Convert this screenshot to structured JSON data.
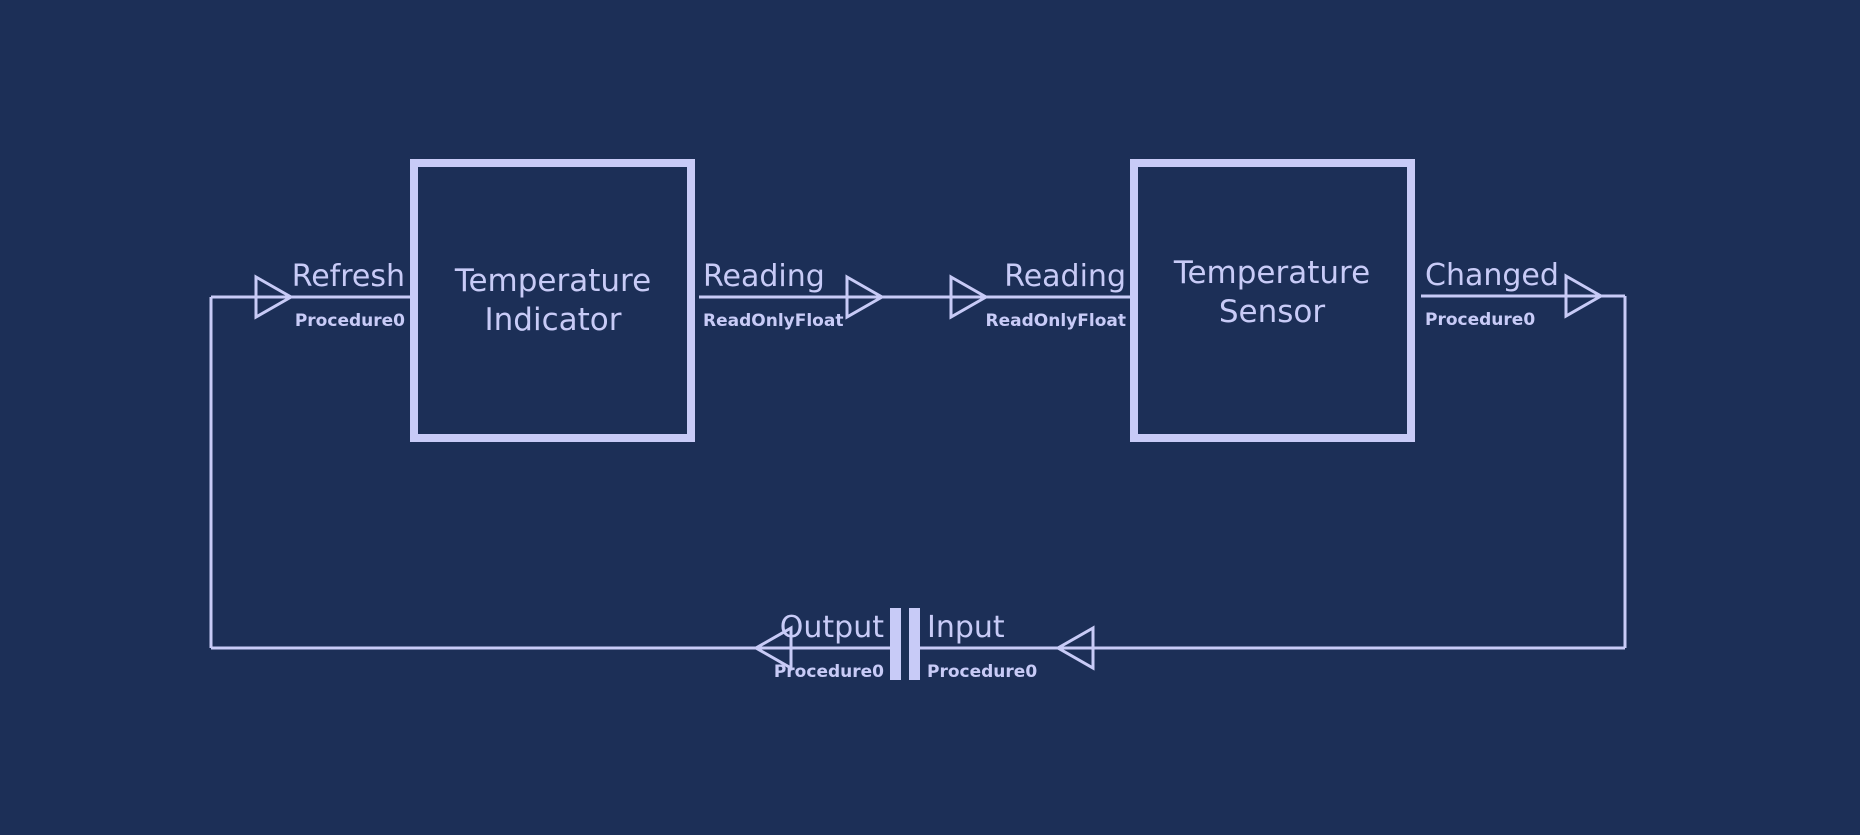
{
  "diagram": {
    "background_color": "#1c2f57",
    "line_color": "#c8cbf7",
    "components": [
      {
        "id": "temperature-indicator",
        "title_line1": "Temperature",
        "title_line2": "Indicator"
      },
      {
        "id": "temperature-sensor",
        "title_line1": "Temperature",
        "title_line2": "Sensor"
      }
    ],
    "ports": [
      {
        "id": "indicator-refresh",
        "name": "Refresh",
        "type": "Procedure0"
      },
      {
        "id": "indicator-reading",
        "name": "Reading",
        "type": "ReadOnlyFloat"
      },
      {
        "id": "sensor-reading",
        "name": "Reading",
        "type": "ReadOnlyFloat"
      },
      {
        "id": "sensor-changed",
        "name": "Changed",
        "type": "Procedure0"
      },
      {
        "id": "bottom-output",
        "name": "Output",
        "type": "Procedure0"
      },
      {
        "id": "bottom-input",
        "name": "Input",
        "type": "Procedure0"
      }
    ]
  }
}
